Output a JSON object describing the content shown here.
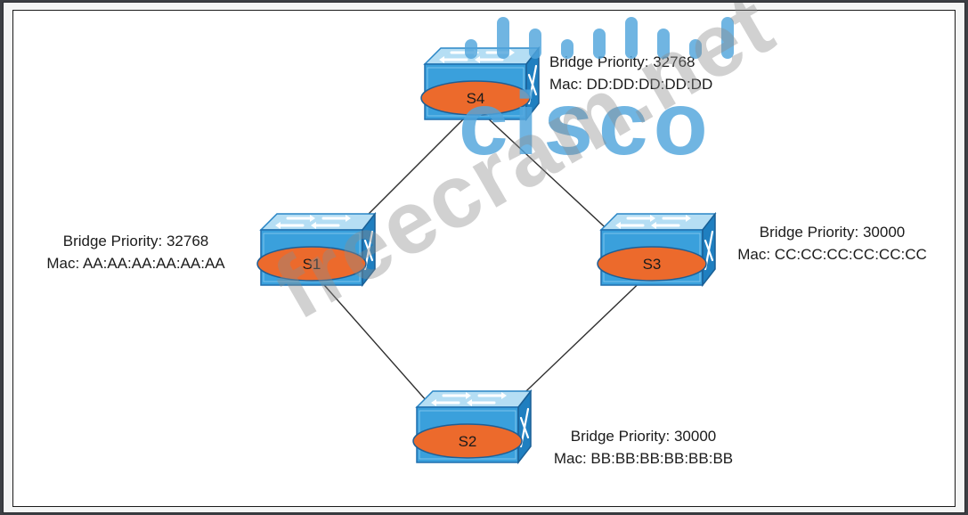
{
  "switches": [
    {
      "id": "s4",
      "name": "S4",
      "priority_text": "Bridge Priority: 32768",
      "mac_text": "Mac: DD:DD:DD:DD:DD"
    },
    {
      "id": "s1",
      "name": "S1",
      "priority_text": "Bridge Priority: 32768",
      "mac_text": "Mac: AA:AA:AA:AA:AA:AA"
    },
    {
      "id": "s3",
      "name": "S3",
      "priority_text": "Bridge Priority: 30000",
      "mac_text": "Mac: CC:CC:CC:CC:CC:CC"
    },
    {
      "id": "s2",
      "name": "S2",
      "priority_text": "Bridge Priority: 30000",
      "mac_text": "Mac: BB:BB:BB:BB:BB:BB"
    }
  ],
  "links": [
    [
      "S4",
      "S1"
    ],
    [
      "S4",
      "S3"
    ],
    [
      "S1",
      "S2"
    ],
    [
      "S3",
      "S2"
    ]
  ],
  "watermarks": {
    "cisco": "cisco",
    "freecram": "freecram.net"
  },
  "colors": {
    "switch_top": "#a9d9f2",
    "switch_front": "#3aa0dc",
    "switch_side": "#1f7fc0",
    "label_oval": "#ec6a2c",
    "line": "#2f2f2f"
  },
  "icons": [
    "switch-icon"
  ]
}
